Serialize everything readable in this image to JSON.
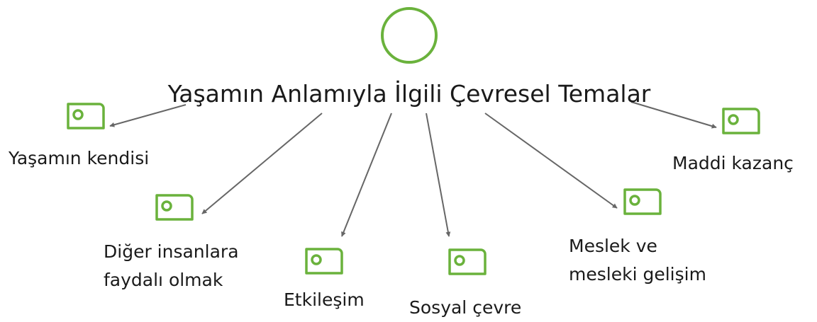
{
  "root": {
    "title": "Yaşamın Anlamıyla İlgili Çevresel Temalar",
    "icon": "circle-node-icon",
    "color": "#6ab23c"
  },
  "nodes": [
    {
      "id": "yasamin-kendisi",
      "lines": [
        "Yaşamın kendisi"
      ],
      "icon": "code-tag-icon"
    },
    {
      "id": "diger-insanlara",
      "lines": [
        "Diğer insanlara",
        "faydalı olmak"
      ],
      "icon": "code-tag-icon"
    },
    {
      "id": "etkilesim",
      "lines": [
        "Etkileşim"
      ],
      "icon": "code-tag-icon"
    },
    {
      "id": "sosyal-cevre",
      "lines": [
        "Sosyal çevre"
      ],
      "icon": "code-tag-icon"
    },
    {
      "id": "meslek",
      "lines": [
        "Meslek ve",
        "mesleki gelişim"
      ],
      "icon": "code-tag-icon"
    },
    {
      "id": "maddi-kazanc",
      "lines": [
        "Maddi kazanç"
      ],
      "icon": "code-tag-icon"
    }
  ],
  "colors": {
    "node": "#6ab23c",
    "edge": "#666666",
    "text": "#1a1a1a"
  }
}
